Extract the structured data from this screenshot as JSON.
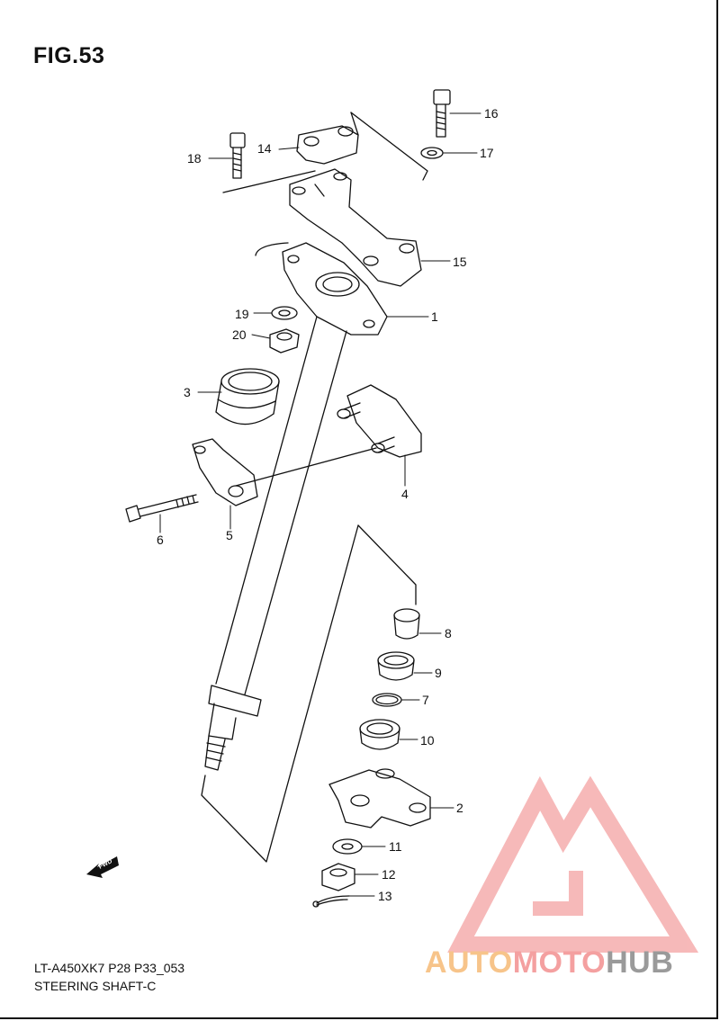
{
  "figure": {
    "title": "FIG.53"
  },
  "callouts": [
    {
      "id": "1",
      "text": "1"
    },
    {
      "id": "2",
      "text": "2"
    },
    {
      "id": "3",
      "text": "3"
    },
    {
      "id": "4",
      "text": "4"
    },
    {
      "id": "5",
      "text": "5"
    },
    {
      "id": "6",
      "text": "6"
    },
    {
      "id": "7",
      "text": "7"
    },
    {
      "id": "8",
      "text": "8"
    },
    {
      "id": "9",
      "text": "9"
    },
    {
      "id": "10",
      "text": "10"
    },
    {
      "id": "11",
      "text": "11"
    },
    {
      "id": "12",
      "text": "12"
    },
    {
      "id": "13",
      "text": "13"
    },
    {
      "id": "14",
      "text": "14"
    },
    {
      "id": "15",
      "text": "15"
    },
    {
      "id": "16",
      "text": "16"
    },
    {
      "id": "17",
      "text": "17"
    },
    {
      "id": "18",
      "text": "18"
    },
    {
      "id": "19",
      "text": "19"
    },
    {
      "id": "20",
      "text": "20"
    }
  ],
  "direction_tag": "FWD",
  "footer": {
    "code": "LT-A450XK7 P28 P33_053",
    "caption": "STEERING SHAFT-C"
  },
  "watermark": {
    "part1": "AUTO",
    "part2": "MOTO",
    "part3": "HUB",
    "colors": {
      "orange": "#f7c48a",
      "red": "#f4a0a0",
      "gray": "#9a9a9a"
    }
  }
}
